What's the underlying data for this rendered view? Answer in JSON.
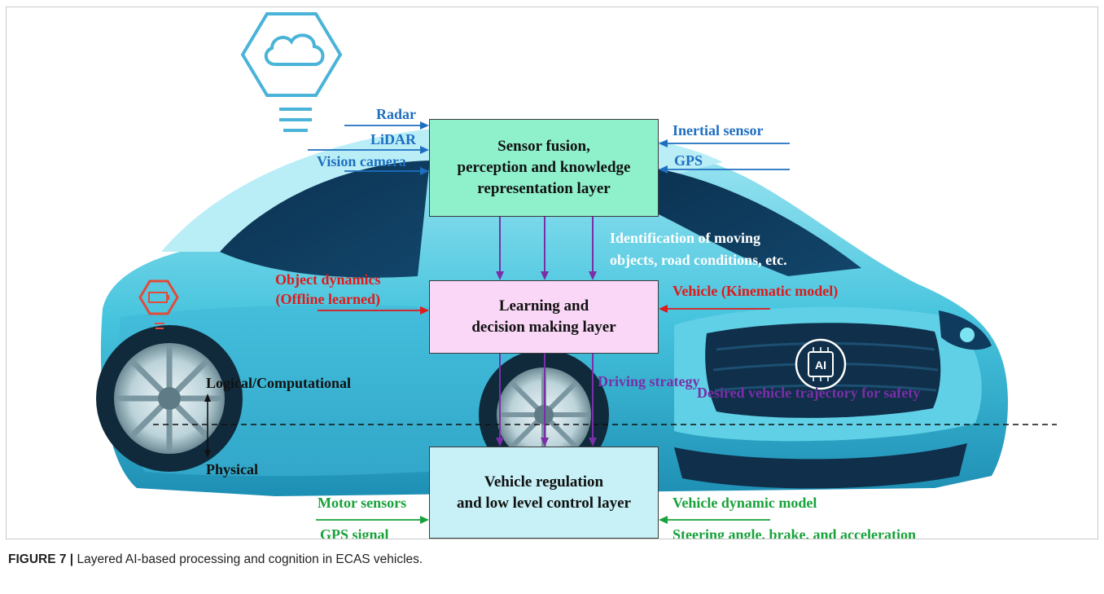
{
  "boxes": {
    "sensor_fusion": "Sensor fusion,\nperception and knowledge\nrepresentation layer",
    "learning": "Learning and\ndecision making layer",
    "vehicle_regulation": "Vehicle regulation\nand low level control layer"
  },
  "inputs_left_top": [
    "Radar",
    "LiDAR",
    "Vision camera"
  ],
  "inputs_right_top": [
    "Inertial sensor",
    "GPS"
  ],
  "identification_text": "Identification of moving\nobjects, road conditions, etc.",
  "object_dynamics": "Object dynamics\n(Offline learned)",
  "vehicle_kinematic": "Vehicle (Kinematic model)",
  "driving_strategy": "Driving strategy",
  "desired_trajectory": "Desired vehicle trajectory for safety",
  "logical_label": "Logical/Computational",
  "physical_label": "Physical",
  "bottom_left": [
    "Motor sensors",
    "GPS signal"
  ],
  "bottom_right": [
    "Vehicle dynamic model",
    "Steering angle, brake, and acceleration"
  ],
  "car_badge": "AI",
  "caption": {
    "label": "FIGURE 7 |",
    "text": " Layered AI-based processing and cognition in ECAS vehicles."
  },
  "colors": {
    "input_blue": "#1f6fc0",
    "input_red": "#e01919",
    "input_green": "#17a23a",
    "flow_purple": "#7a2fa8",
    "box_top": "#8ff0cc",
    "box_mid": "#fad7f7",
    "box_bottom": "#c7f1f7"
  },
  "icons": [
    "cloud-hexagon-icon",
    "battery-hexagon-icon",
    "ai-chip-icon"
  ]
}
